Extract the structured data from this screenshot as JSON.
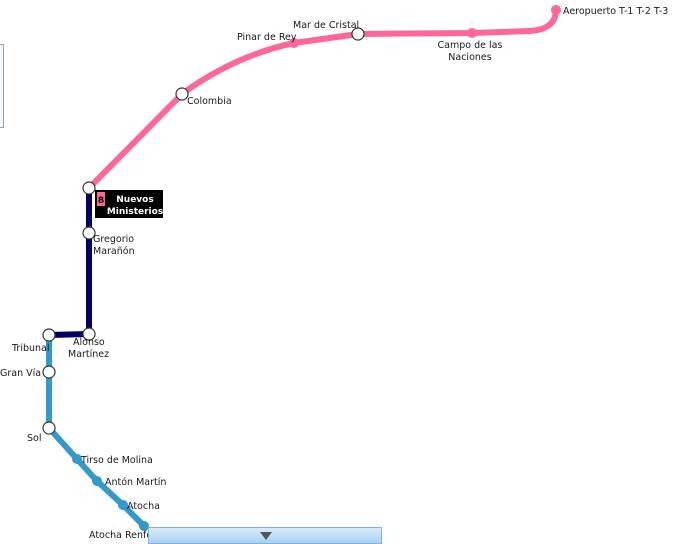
{
  "colors": {
    "line8": "#ff6699",
    "line10": "#000066",
    "line1": "#3399cc",
    "interchange_fill": "#ffffff",
    "interchange_stroke": "#333333",
    "callout_bg": "#000000",
    "callout_text": "#ffffff"
  },
  "callout": {
    "line_number": "8",
    "station_line1": "Nuevos",
    "station_line2": "Ministerios"
  },
  "stations": {
    "aeropuerto": "Aeropuerto T-1 T-2 T-3",
    "campo_l1": "Campo de las",
    "campo_l2": "Naciones",
    "mar_de_cristal": "Mar de Cristal",
    "pinar_del_rey": "Pinar de Rey",
    "colombia": "Colombia",
    "gregorio_l1": "Gregorio",
    "gregorio_l2": "Marañón",
    "alonso_l1": "Alonso",
    "alonso_l2": "Martínez",
    "tribunal": "Tribunal",
    "gran_via": "Gran Vía",
    "sol": "Sol",
    "tirso": "Tirso de Molina",
    "anton_martin": "Antón Martín",
    "atocha": "Atocha",
    "atocha_renfe": "Atocha Renfe"
  },
  "icons": {
    "expand": "chevron-down-icon"
  }
}
